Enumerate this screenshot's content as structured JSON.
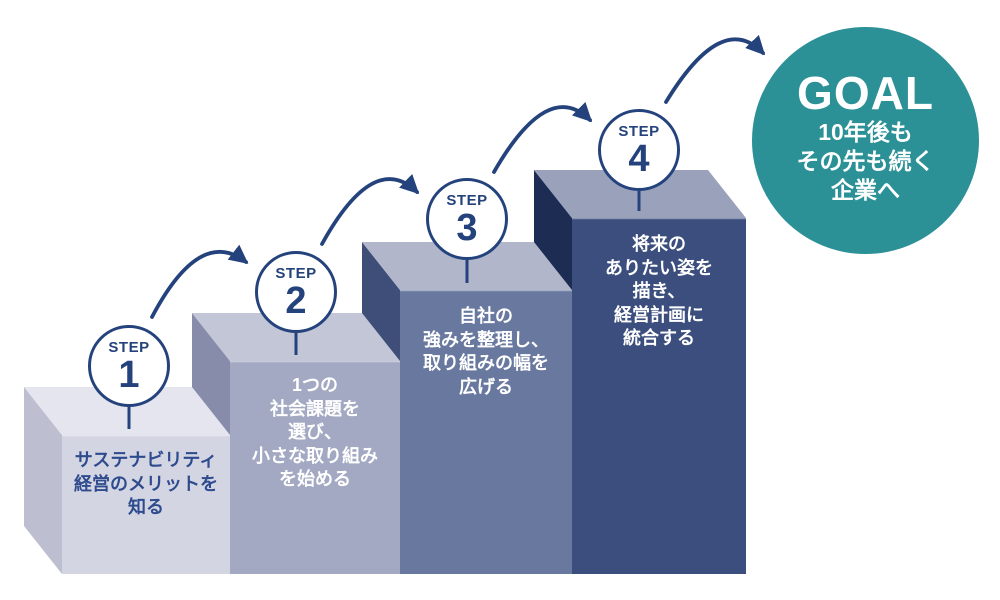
{
  "colors": {
    "navy": "#24427c",
    "teal": "#2c9197",
    "step1Text": "#2e4b8e",
    "white": "#ffffff"
  },
  "steps": [
    {
      "badge": "STEP",
      "number": "1",
      "colors": {
        "front": "#d3d5e3",
        "top": "#e4e5ee",
        "side": "#bdbfd0"
      },
      "lines": [
        "サステナビリティ",
        "経営のメリットを",
        "知る"
      ]
    },
    {
      "badge": "STEP",
      "number": "2",
      "colors": {
        "front": "#a3a9c3",
        "top": "#c3c6d7",
        "side": "#868ca9"
      },
      "lines": [
        "1つの",
        "社会課題を",
        "選び、",
        "小さな取り組み",
        "を始める"
      ]
    },
    {
      "badge": "STEP",
      "number": "3",
      "colors": {
        "front": "#68789f",
        "top": "#b1b6ca",
        "side": "#3f4e78"
      },
      "lines": [
        "自社の",
        "強みを整理し、",
        "取り組みの幅を",
        "広げる"
      ]
    },
    {
      "badge": "STEP",
      "number": "4",
      "colors": {
        "front": "#3b4e7e",
        "top": "#99a1bb",
        "side": "#1d2c53"
      },
      "lines": [
        "将来の",
        "ありたい姿を",
        "描き、",
        "経営計画に",
        "統合する"
      ]
    }
  ],
  "goal": {
    "title": "GOAL",
    "lines": [
      "10年後も",
      "その先も続く",
      "企業へ"
    ]
  }
}
